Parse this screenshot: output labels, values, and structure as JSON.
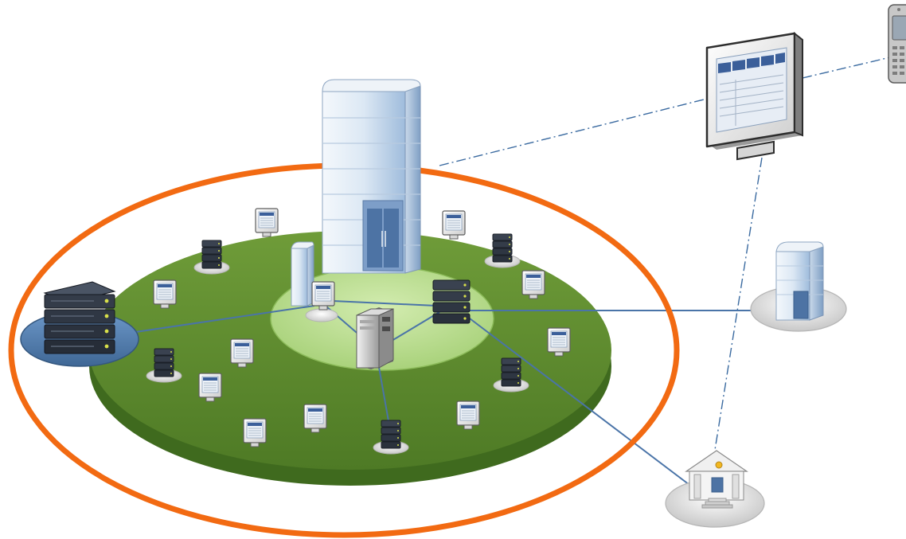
{
  "diagram": {
    "type": "network-topology",
    "labels": [],
    "colors": {
      "boundary_ring": "#f26a12",
      "platform_outer": "#5e8a2c",
      "platform_outer_edge": "#3f6a1e",
      "platform_inner": "#b6db8c",
      "wired_link": "#4a74a8",
      "wireless_link": "#3a6aa0",
      "server_body": "#2b323d",
      "server_led": "#d8e04a",
      "remote_server_base": "#5b87ba",
      "building_glass": "#c9ddf1",
      "disc_base": "#d9d9d9"
    },
    "nodes": [
      {
        "id": "hq-tower",
        "icon": "office-tower-icon"
      },
      {
        "id": "small-office",
        "icon": "office-building-icon"
      },
      {
        "id": "core-terminal",
        "icon": "terminal-icon"
      },
      {
        "id": "core-switch",
        "icon": "server-stack-icon"
      },
      {
        "id": "tower-server",
        "icon": "tower-server-icon"
      },
      {
        "id": "remote-server",
        "icon": "server-stack-icon"
      },
      {
        "id": "remote-office",
        "icon": "office-building-icon"
      },
      {
        "id": "bank",
        "icon": "bank-icon"
      },
      {
        "id": "monitor",
        "icon": "monitor-icon"
      },
      {
        "id": "mobile-phone",
        "icon": "mobile-phone-icon"
      }
    ],
    "links": [
      {
        "from": "core-terminal",
        "to": "remote-server",
        "style": "solid"
      },
      {
        "from": "core-terminal",
        "to": "core-switch",
        "style": "solid"
      },
      {
        "from": "core-terminal",
        "to": "tower-server",
        "style": "solid"
      },
      {
        "from": "tower-server",
        "to": "core-switch",
        "style": "solid"
      },
      {
        "from": "tower-server",
        "to": "peer-server-bottom",
        "style": "solid"
      },
      {
        "from": "core-switch",
        "to": "remote-office",
        "style": "solid"
      },
      {
        "from": "core-switch",
        "to": "bank",
        "style": "solid"
      },
      {
        "from": "hq-tower",
        "to": "monitor",
        "style": "dash-dot"
      },
      {
        "from": "monitor",
        "to": "mobile-phone",
        "style": "dash-dot"
      },
      {
        "from": "monitor",
        "to": "bank",
        "style": "dash-dot"
      }
    ]
  }
}
